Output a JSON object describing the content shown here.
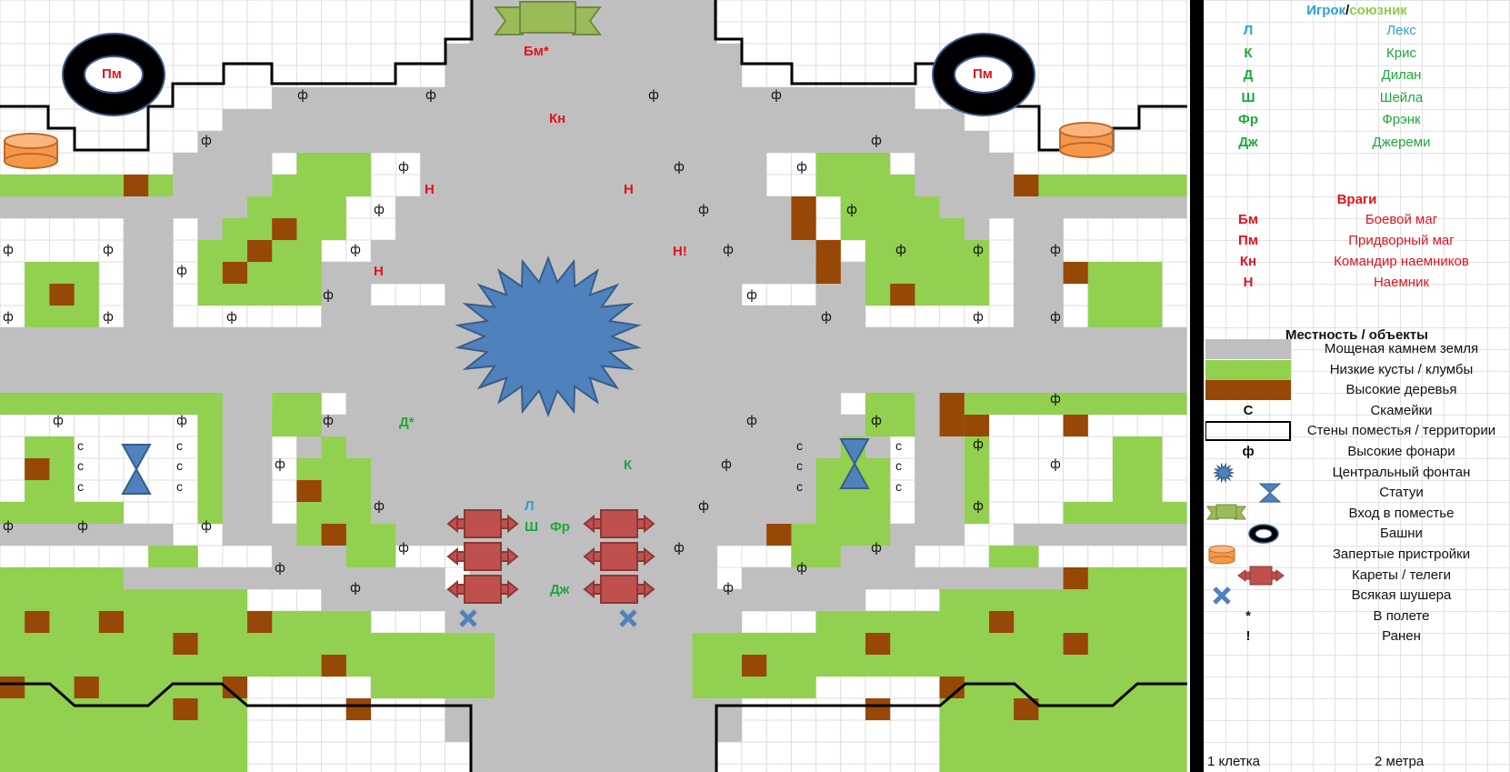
{
  "colors": {
    "pavement": "#bfbfbf",
    "bush": "#92d050",
    "tree": "#974706",
    "fountain": "#4f81bd",
    "statue": "#4f81bd",
    "entrance": "#9bbb59",
    "tower": "#000000",
    "outbuilding": "#f79646",
    "carriage": "#c0504d",
    "enemy": "#e0141e",
    "ally": "#1fa83c",
    "player": "#2aa0d8"
  },
  "map": {
    "tokens": [
      {
        "code": "Бм*",
        "side": "enemy"
      },
      {
        "code": "Кн",
        "side": "enemy"
      },
      {
        "code": "Н",
        "side": "enemy"
      },
      {
        "code": "Н",
        "side": "enemy"
      },
      {
        "code": "Н",
        "side": "enemy"
      },
      {
        "code": "Н!",
        "side": "enemy"
      },
      {
        "code": "Пм",
        "side": "enemy"
      },
      {
        "code": "Пм",
        "side": "enemy"
      },
      {
        "code": "Д*",
        "side": "ally"
      },
      {
        "code": "К",
        "side": "ally"
      },
      {
        "code": "Л",
        "side": "player"
      },
      {
        "code": "Ш",
        "side": "ally"
      },
      {
        "code": "Фр",
        "side": "ally"
      },
      {
        "code": "Дж",
        "side": "ally"
      }
    ],
    "lamp_symbol": "ф",
    "bench_symbol": "с"
  },
  "legend": {
    "header": {
      "player": "Игрок",
      "slash": "/",
      "ally": "союзник"
    },
    "allies": [
      {
        "code": "Л",
        "name": "Лекс",
        "color": "player"
      },
      {
        "code": "К",
        "name": "Крис",
        "color": "ally"
      },
      {
        "code": "Д",
        "name": "Дилан",
        "color": "ally"
      },
      {
        "code": "Ш",
        "name": "Шейла",
        "color": "ally"
      },
      {
        "code": "Фр",
        "name": "Фрэнк",
        "color": "ally"
      },
      {
        "code": "Дж",
        "name": "Джереми",
        "color": "ally"
      }
    ],
    "enemies_title": "Враги",
    "enemies": [
      {
        "code": "Бм",
        "name": "Боевой маг"
      },
      {
        "code": "Пм",
        "name": "Придворный маг"
      },
      {
        "code": "Кн",
        "name": "Командир наемников"
      },
      {
        "code": "Н",
        "name": "Наемник"
      }
    ],
    "terrain_title": "Местность / объекты",
    "terrain": [
      {
        "symbol": "pavement-swatch",
        "name": "Мощеная камнем земля"
      },
      {
        "symbol": "bush-swatch",
        "name": "Низкие кусты / клумбы"
      },
      {
        "symbol": "tree-swatch",
        "name": "Высокие деревья"
      },
      {
        "symbol": "С",
        "name": "Скамейки"
      },
      {
        "symbol": "wall-swatch",
        "name": "Стены поместья / территории"
      },
      {
        "symbol": "ф",
        "name": "Высокие фонари"
      },
      {
        "symbol": "fountain-icon",
        "name": "Центральный фонтан"
      },
      {
        "symbol": "statue-icon",
        "name": "Статуи"
      },
      {
        "symbol": "entrance-icon",
        "name": "Вход в поместье"
      },
      {
        "symbol": "tower-icon",
        "name": "Башни"
      },
      {
        "symbol": "outbuilding-icon",
        "name": "Запертые пристройки"
      },
      {
        "symbol": "carriage-icon",
        "name": "Кареты / телеги"
      },
      {
        "symbol": "junk-icon",
        "name": "Всякая шушера"
      },
      {
        "symbol": "*",
        "name": "В полете"
      },
      {
        "symbol": "!",
        "name": "Ранен"
      }
    ],
    "scale": {
      "left": "1 клетка",
      "right": "2 метра"
    }
  }
}
